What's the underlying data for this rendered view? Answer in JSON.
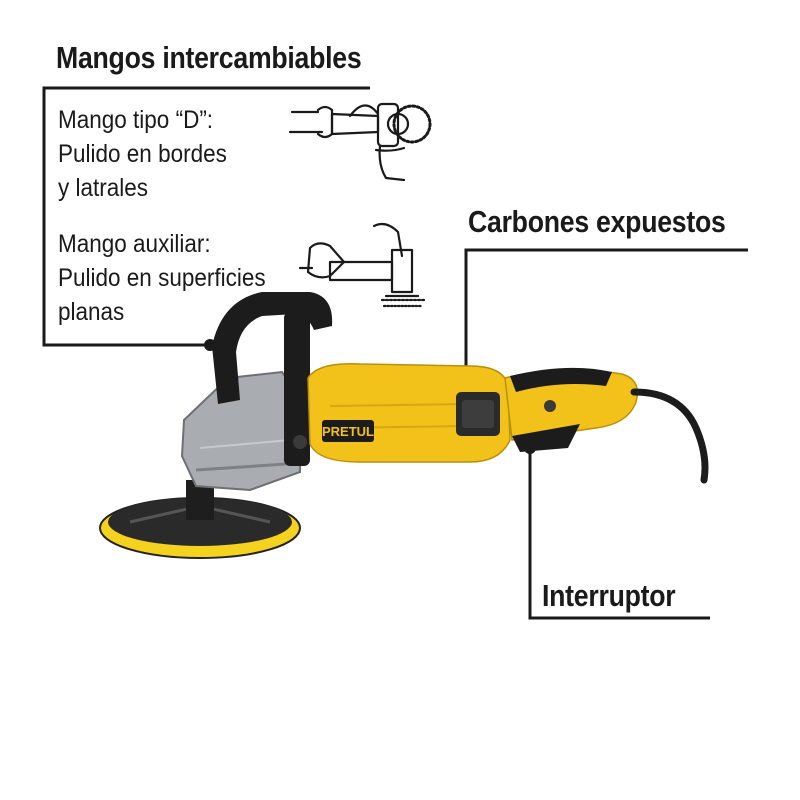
{
  "callouts": {
    "handles_title": "Mangos intercambiables",
    "d_handle": [
      "Mango tipo “D”:",
      "Pulido en bordes",
      "y latrales"
    ],
    "aux_handle": [
      "Mango auxiliar:",
      "Pulido en superficies",
      "planas"
    ],
    "brushes_title": "Carbones expuestos",
    "switch_title": "Interruptor"
  },
  "product": {
    "brand_label": "PRETUL"
  },
  "colors": {
    "body_yellow": "#f2c21a",
    "grip_black": "#1c1c1c",
    "metal_gray": "#a9acb0",
    "pad_yellow": "#f4d21e",
    "line": "#1a1a1a"
  },
  "icons": [
    "d-handle-usage-icon",
    "aux-handle-usage-icon"
  ]
}
